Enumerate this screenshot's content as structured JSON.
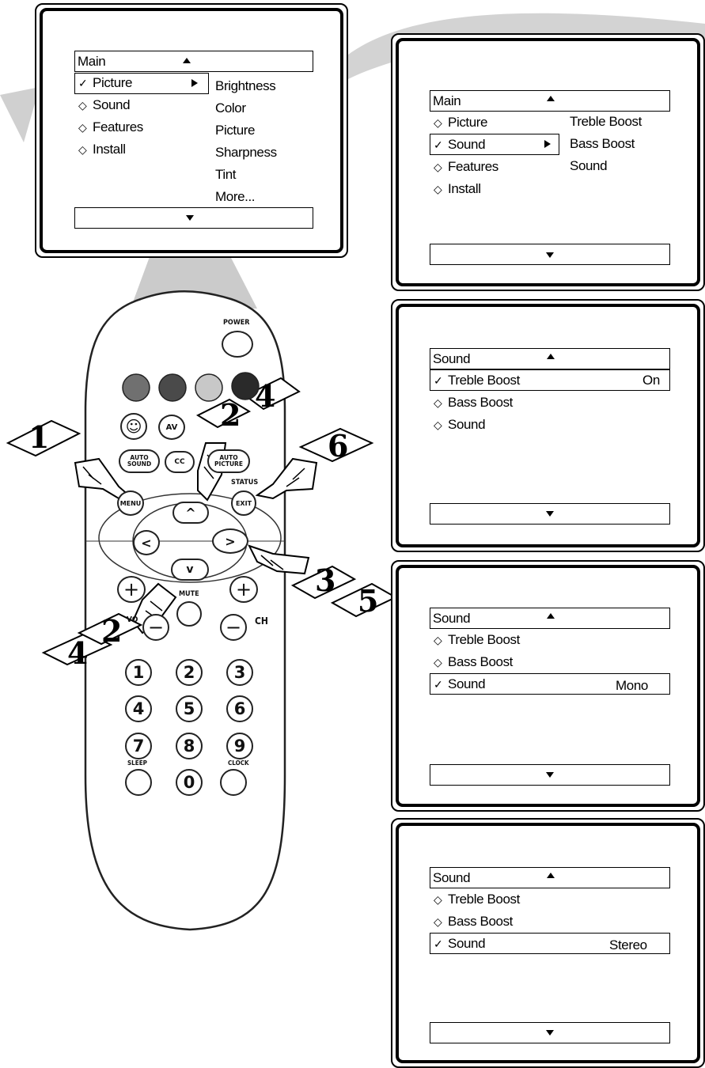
{
  "screens": [
    {
      "header": "Main",
      "items": [
        {
          "mark": "✓",
          "label": "Picture",
          "selected": true
        },
        {
          "mark": "◇",
          "label": "Sound"
        },
        {
          "mark": "◇",
          "label": "Features"
        },
        {
          "mark": "◇",
          "label": "Install"
        }
      ],
      "submenu": [
        "Brightness",
        "Color",
        "Picture",
        "Sharpness",
        "Tint",
        "More..."
      ]
    },
    {
      "header": "Main",
      "items": [
        {
          "mark": "◇",
          "label": "Picture"
        },
        {
          "mark": "✓",
          "label": "Sound",
          "selected": true
        },
        {
          "mark": "◇",
          "label": "Features"
        },
        {
          "mark": "◇",
          "label": "Install"
        }
      ],
      "submenu": [
        "Treble Boost",
        "Bass Boost",
        "Sound"
      ]
    },
    {
      "header": "Sound",
      "items": [
        {
          "mark": "✓",
          "label": "Treble Boost",
          "selected": true,
          "value": "On"
        },
        {
          "mark": "◇",
          "label": "Bass Boost"
        },
        {
          "mark": "◇",
          "label": "Sound"
        }
      ]
    },
    {
      "header": "Sound",
      "items": [
        {
          "mark": "◇",
          "label": "Treble Boost"
        },
        {
          "mark": "◇",
          "label": "Bass Boost"
        },
        {
          "mark": "✓",
          "label": "Sound",
          "selected": true,
          "value": "Mono"
        }
      ]
    },
    {
      "header": "Sound",
      "items": [
        {
          "mark": "◇",
          "label": "Treble Boost"
        },
        {
          "mark": "◇",
          "label": "Bass Boost"
        },
        {
          "mark": "✓",
          "label": "Sound",
          "selected": true,
          "value": "Stereo"
        }
      ]
    }
  ],
  "remote": {
    "power": "POWER",
    "smiley": "☺",
    "av": "AV",
    "auto_sound": "AUTO\nSOUND",
    "cc": "CC",
    "auto_picture": "AUTO\nPICTURE",
    "status": "STATUS",
    "menu": "MENU",
    "exit": "EXIT",
    "up": "^",
    "down": "v",
    "left": "<",
    "right": ">",
    "plus": "+",
    "minus": "−",
    "mute": "MUTE",
    "ch": "CH",
    "vol": "VO",
    "digits": [
      "1",
      "2",
      "3",
      "4",
      "5",
      "6",
      "7",
      "8",
      "9",
      "0"
    ],
    "sleep": "SLEEP",
    "clock": "CLOCK"
  },
  "steps": [
    "1",
    "2",
    "4",
    "6",
    "3",
    "5",
    "2",
    "4"
  ],
  "colors": {
    "button_dark": "#707070",
    "button_darker": "#4a4a4a",
    "button_light": "#c8c8c8",
    "button_black": "#2a2a2a",
    "beam": "#cccccc"
  }
}
